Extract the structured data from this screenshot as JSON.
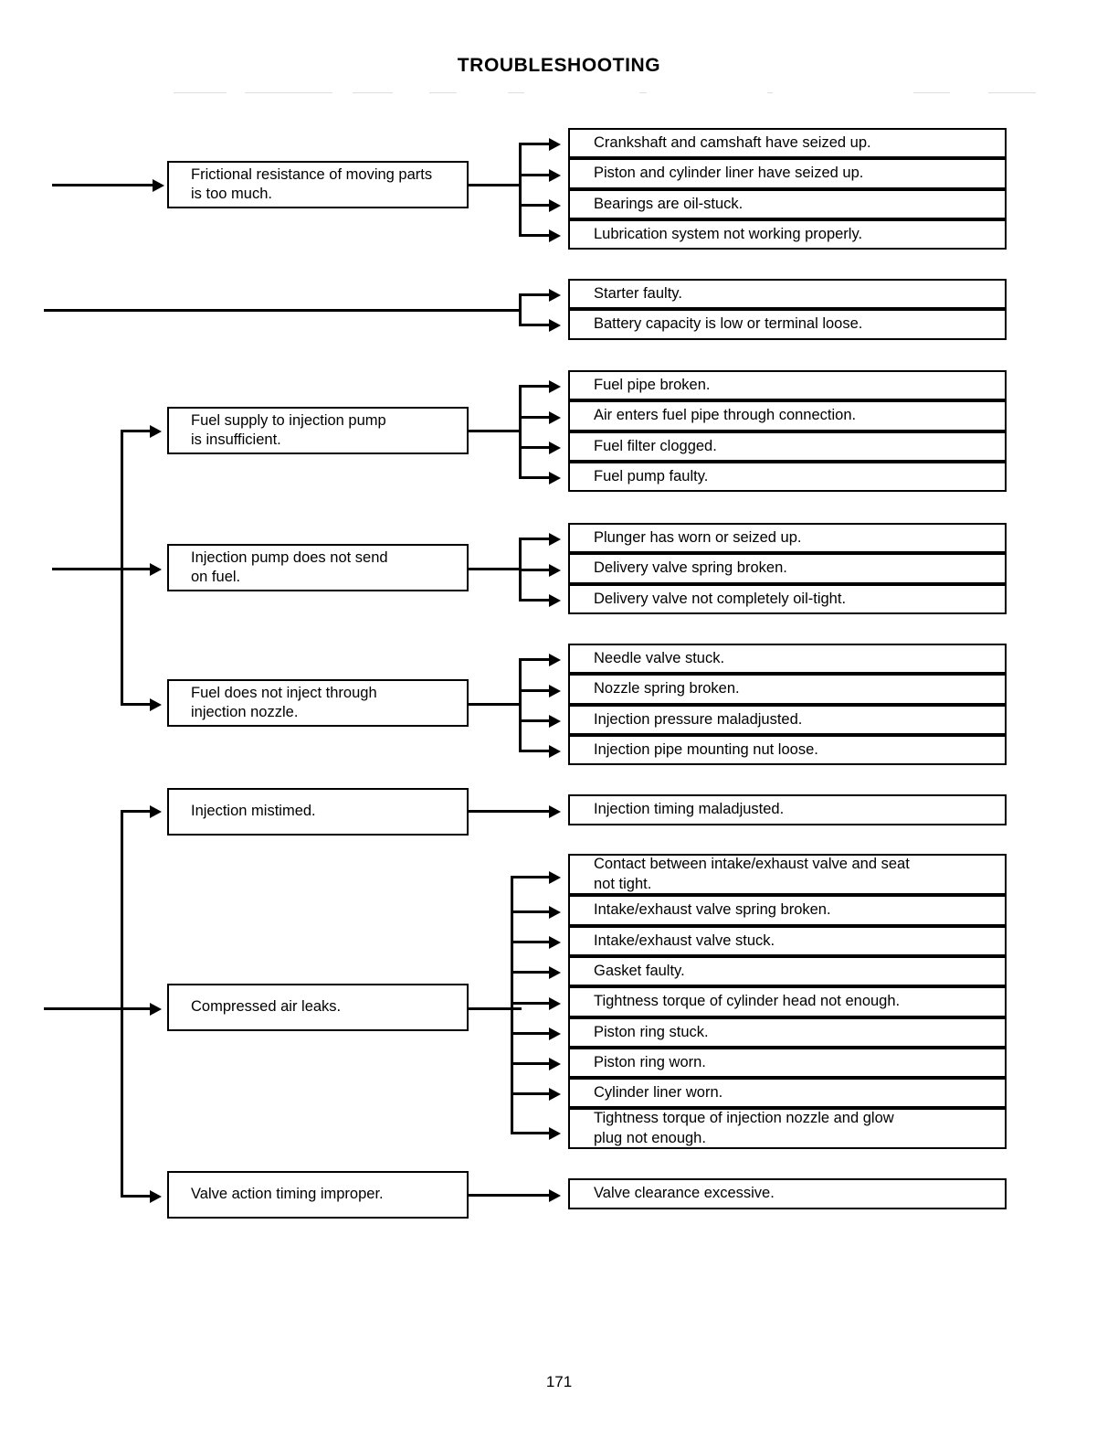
{
  "document": {
    "title": "TROUBLESHOOTING",
    "page_number": "171"
  },
  "diagram": {
    "type": "troubleshooting-flowchart",
    "groups": [
      {
        "id": "frictional-resistance",
        "symptom": "Frictional resistance of moving  parts\nis too much.",
        "causes": [
          "Crankshaft and camshaft have seized up.",
          "Piston and cylinder liner have seized up.",
          "Bearings are oil-stuck.",
          "Lubrication system not working properly."
        ]
      },
      {
        "id": "starter-battery",
        "symptom": "",
        "causes": [
          "Starter faulty.",
          "Battery capacity is low or terminal loose."
        ]
      },
      {
        "id": "fuel-supply",
        "symptom": "Fuel supply to injection pump\nis insufficient.",
        "causes": [
          "Fuel pipe broken.",
          "Air enters fuel pipe through connection.",
          "Fuel filter clogged.",
          "Fuel pump faulty."
        ]
      },
      {
        "id": "injection-pump",
        "symptom": "Injection pump does not send\non fuel.",
        "causes": [
          "Plunger has worn or seized up.",
          "Delivery valve spring broken.",
          "Delivery valve not completely oil-tight."
        ]
      },
      {
        "id": "injection-nozzle",
        "symptom": "Fuel does not inject through\ninjection nozzle.",
        "causes": [
          "Needle valve stuck.",
          "Nozzle spring broken.",
          "Injection pressure maladjusted.",
          "Injection pipe mounting nut loose."
        ]
      },
      {
        "id": "injection-mistimed",
        "symptom": "Injection mistimed.",
        "causes": [
          "Injection timing maladjusted."
        ]
      },
      {
        "id": "compressed-air-leaks",
        "symptom": "Compressed air leaks.",
        "causes": [
          "Contact between intake/exhaust valve and seat\nnot tight.",
          "Intake/exhaust valve spring broken.",
          "Intake/exhaust valve stuck.",
          "Gasket faulty.",
          "Tightness torque of cylinder head not enough.",
          "Piston ring stuck.",
          "Piston ring worn.",
          "Cylinder liner worn.",
          "Tightness torque of injection nozzle and glow\nplug not enough."
        ]
      },
      {
        "id": "valve-action-timing",
        "symptom": "Valve action timing improper.",
        "causes": [
          "Valve clearance excessive."
        ]
      }
    ]
  },
  "colors": {
    "ink": "#000000",
    "paper": "#ffffff"
  }
}
